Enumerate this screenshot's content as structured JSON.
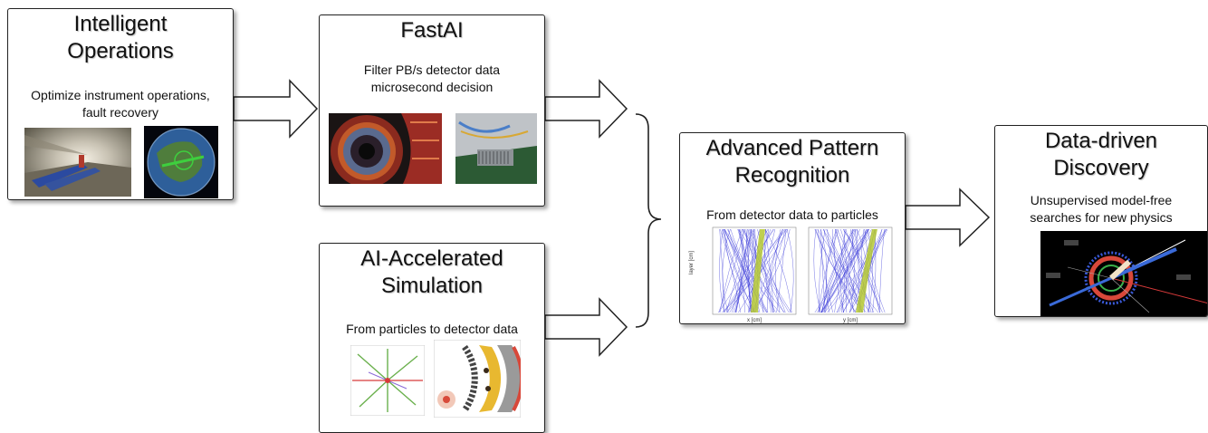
{
  "boxes": {
    "intelligent_operations": {
      "title_line1": "Intelligent",
      "title_line2": "Operations",
      "desc_line1": "Optimize instrument operations,",
      "desc_line2": "fault recovery"
    },
    "fastai": {
      "title": "FastAI",
      "desc_line1": "Filter PB/s detector data",
      "desc_line2": "microsecond decision"
    },
    "ai_accelerated_simulation": {
      "title_line1": "AI-Accelerated",
      "title_line2": "Simulation",
      "desc": "From particles to detector data"
    },
    "advanced_pattern_recognition": {
      "title_line1": "Advanced Pattern",
      "title_line2": "Recognition",
      "desc": "From detector data to particles",
      "plot_left_xlabel": "x [cm]",
      "plot_right_xlabel": "y [cm]",
      "plot_ylabel": "layer [cm]"
    },
    "data_driven_discovery": {
      "title_line1": "Data-driven",
      "title_line2": "Discovery",
      "desc_line1": "Unsupervised model-free",
      "desc_line2": "searches for new physics"
    }
  },
  "images": {
    "tunnel": "accelerator-tunnel-photo",
    "globe": "earth-globe-photo",
    "detector": "detector-barrel-photo",
    "electronics": "electronics-board-photo",
    "event_display": "particle-event-diagram",
    "calorimeter": "calorimeter-simulation-diagram",
    "tracks": "particle-track-plots",
    "collision": "collision-event-display"
  },
  "colors": {
    "box_border": "#222222",
    "track_blue": "#3a3ad8",
    "track_green": "#b5c832",
    "event_black": "#000000"
  }
}
